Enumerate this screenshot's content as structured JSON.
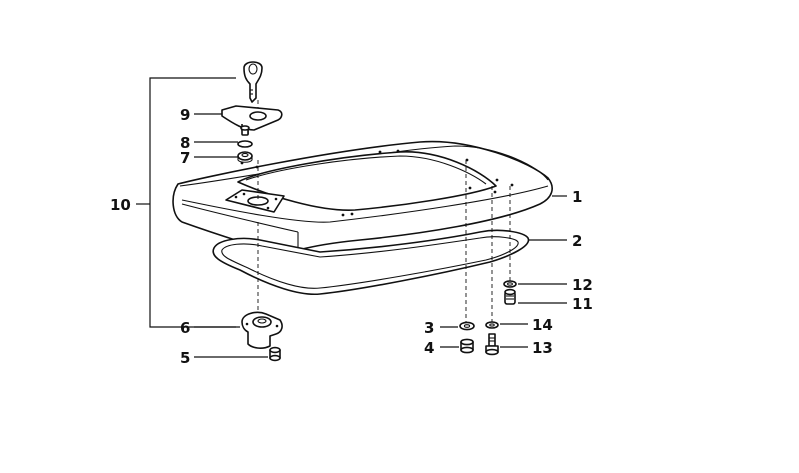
{
  "callouts": [
    {
      "id": "1",
      "label": "1"
    },
    {
      "id": "2",
      "label": "2"
    },
    {
      "id": "3",
      "label": "3"
    },
    {
      "id": "4",
      "label": "4"
    },
    {
      "id": "5",
      "label": "5"
    },
    {
      "id": "6",
      "label": "6"
    },
    {
      "id": "7",
      "label": "7"
    },
    {
      "id": "8",
      "label": "8"
    },
    {
      "id": "9",
      "label": "9"
    },
    {
      "id": "10",
      "label": "10"
    },
    {
      "id": "11",
      "label": "11"
    },
    {
      "id": "12",
      "label": "12"
    },
    {
      "id": "13",
      "label": "13"
    },
    {
      "id": "14",
      "label": "14"
    }
  ],
  "colors": {
    "line": "#111111",
    "background": "#ffffff"
  }
}
